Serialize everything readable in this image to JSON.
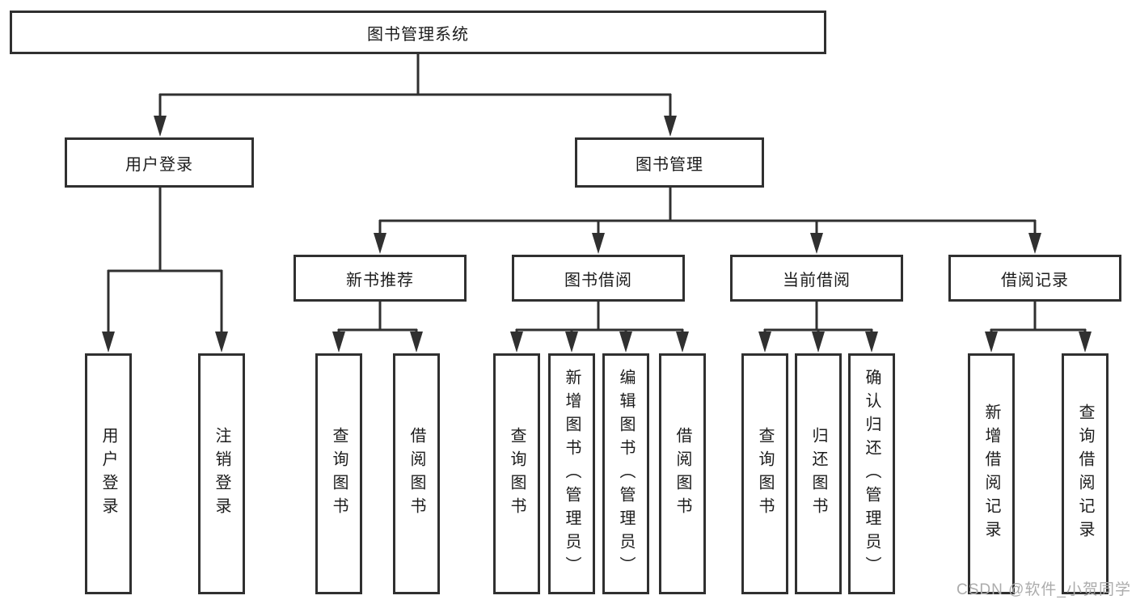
{
  "tree": {
    "root": {
      "label": "图书管理系统"
    },
    "children": [
      {
        "label": "用户登录",
        "children": [
          {
            "label": "用户登录"
          },
          {
            "label": "注销登录"
          }
        ]
      },
      {
        "label": "图书管理",
        "children": [
          {
            "label": "新书推荐",
            "children": [
              {
                "label": "查询图书"
              },
              {
                "label": "借阅图书"
              }
            ]
          },
          {
            "label": "图书借阅",
            "children": [
              {
                "label": "查询图书"
              },
              {
                "label": "新增图书（管理员）"
              },
              {
                "label": "编辑图书（管理员）"
              },
              {
                "label": "借阅图书"
              }
            ]
          },
          {
            "label": "当前借阅",
            "children": [
              {
                "label": "查询图书"
              },
              {
                "label": "归还图书"
              },
              {
                "label": "确认归还（管理员）"
              }
            ]
          },
          {
            "label": "借阅记录",
            "children": [
              {
                "label": "新增借阅记录"
              },
              {
                "label": "查询借阅记录"
              }
            ]
          }
        ]
      }
    ]
  },
  "watermark": {
    "text": "CSDN @软件_小贺同学"
  },
  "colors": {
    "line": "#303030",
    "box_fill": "#ffffff",
    "text": "#1c1c1c",
    "watermark_text": "#acacac"
  }
}
